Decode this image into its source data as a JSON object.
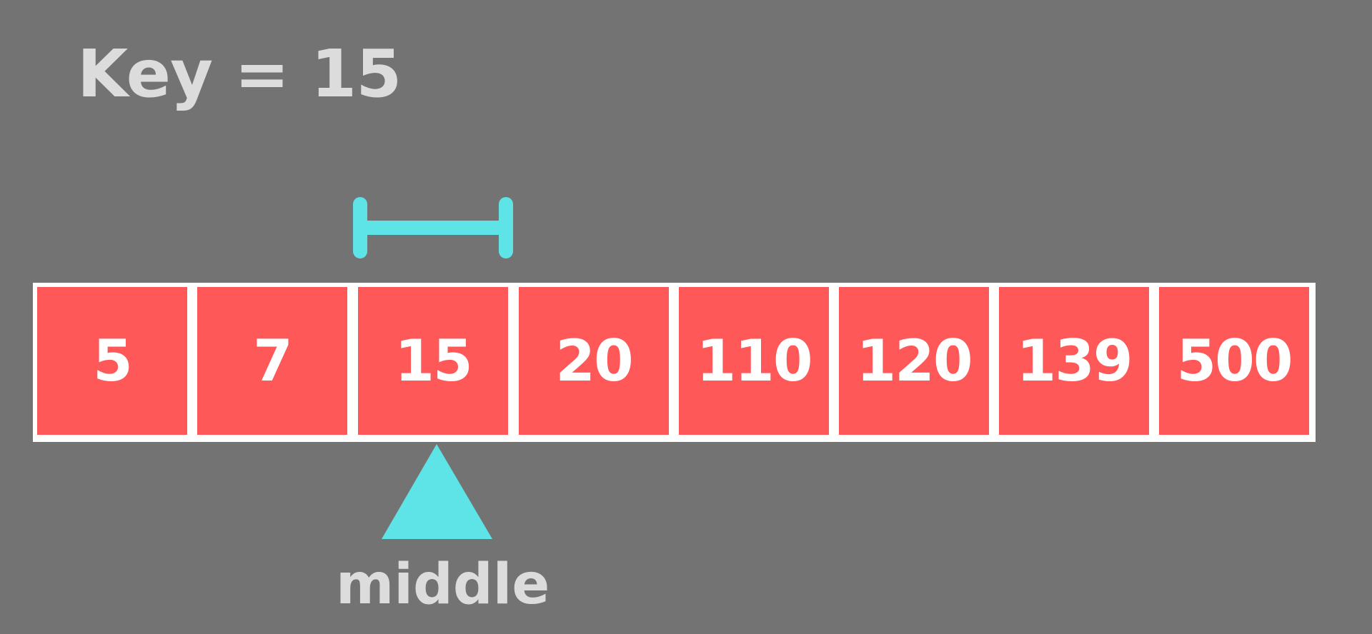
{
  "search": {
    "key_label": "Key = 15"
  },
  "array": {
    "values": [
      "5",
      "7",
      "15",
      "20",
      "110",
      "120",
      "139",
      "500"
    ]
  },
  "pointer": {
    "label": "middle"
  },
  "colors": {
    "background": "#737373",
    "cell": "#fe5858",
    "highlight": "#5ee3e6",
    "text_light": "#dcdcdc",
    "border": "#ffffff"
  }
}
